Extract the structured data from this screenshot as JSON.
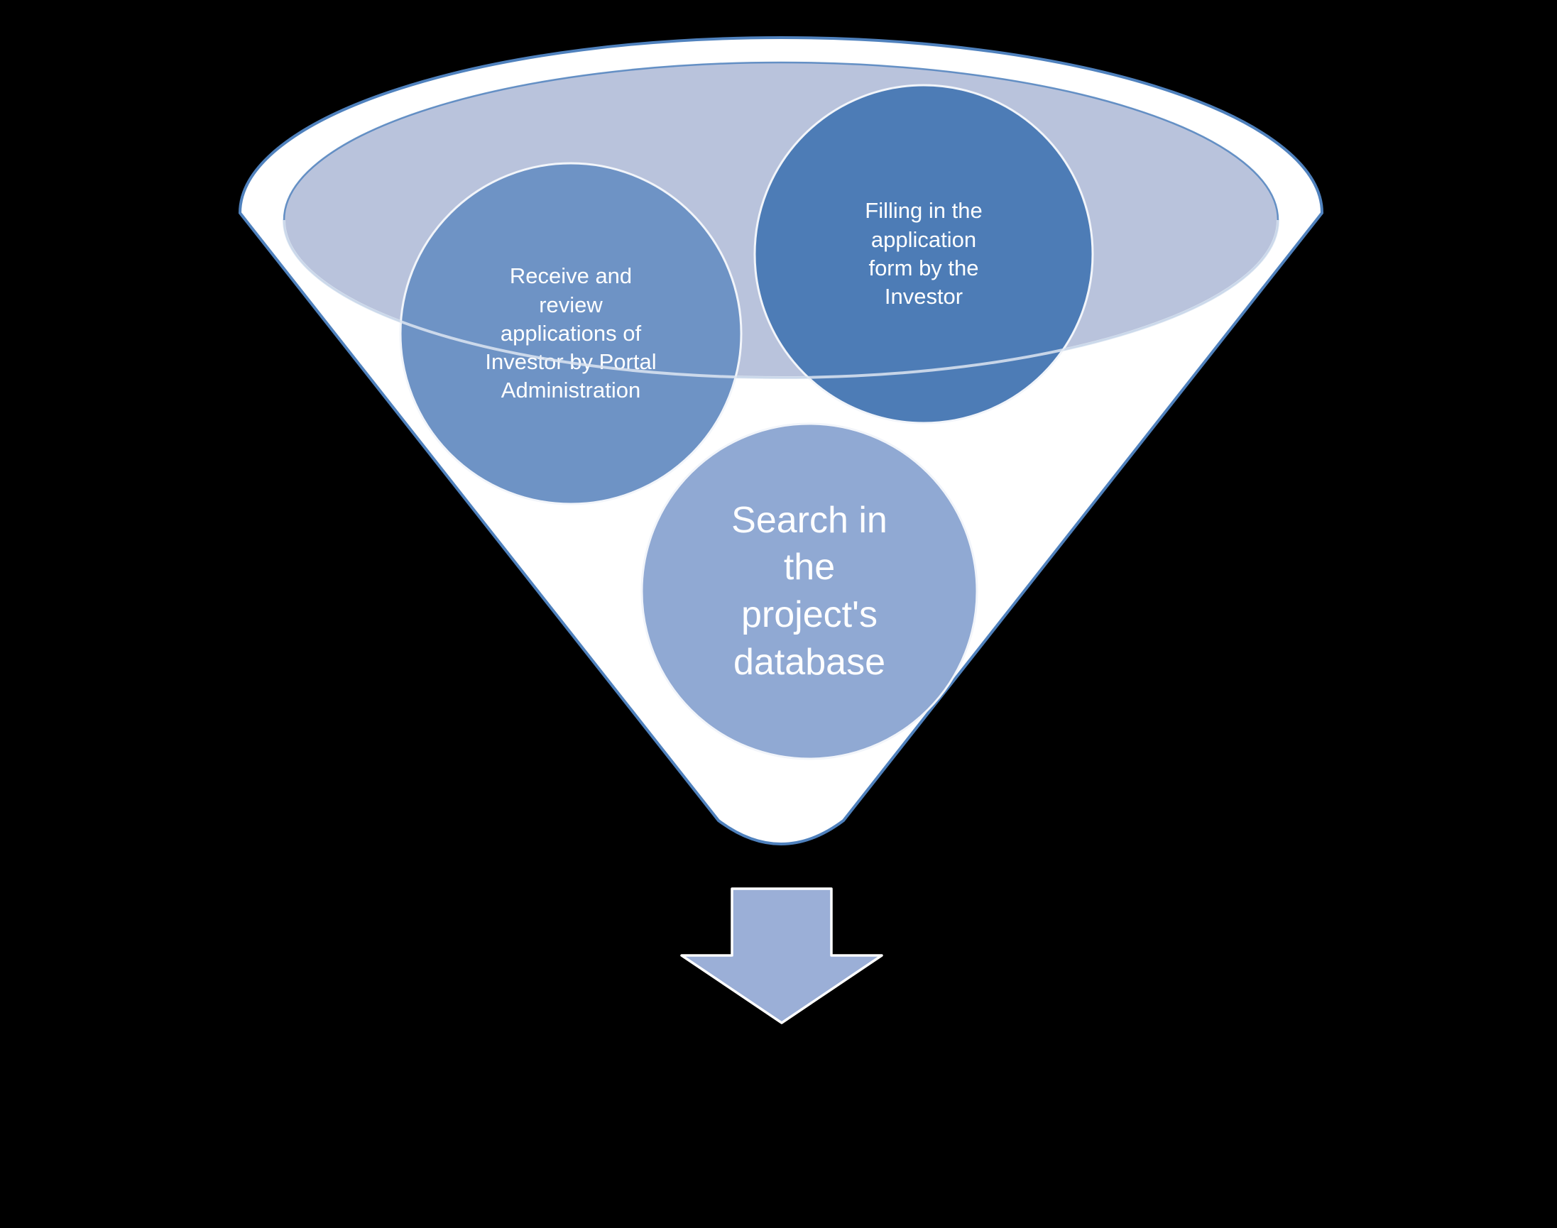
{
  "scene": {
    "background": "#000000"
  },
  "funnel": {
    "body_fill": "#ffffff",
    "outline_color": "#4f81bd",
    "opening_fill": "#b9c3dc",
    "rim_highlight": "#dde5f1",
    "circle_outline": "#f2f5fa",
    "text_color": "#ffffff",
    "circles": [
      {
        "name": "receive-review",
        "fill": "#6e93c5",
        "label": "Receive and\nreview\napplications of\nInvestor by Portal\nAdministration"
      },
      {
        "name": "filling-form",
        "fill": "#4d7cb6",
        "label": "Filling in the\napplication\nform by the\nInvestor"
      },
      {
        "name": "search-database",
        "fill": "#90a9d3",
        "label": "Search in\nthe\nproject's\ndatabase"
      }
    ],
    "arrow": {
      "fill": "#9bafd7",
      "outline_color": "#ffffff"
    }
  }
}
